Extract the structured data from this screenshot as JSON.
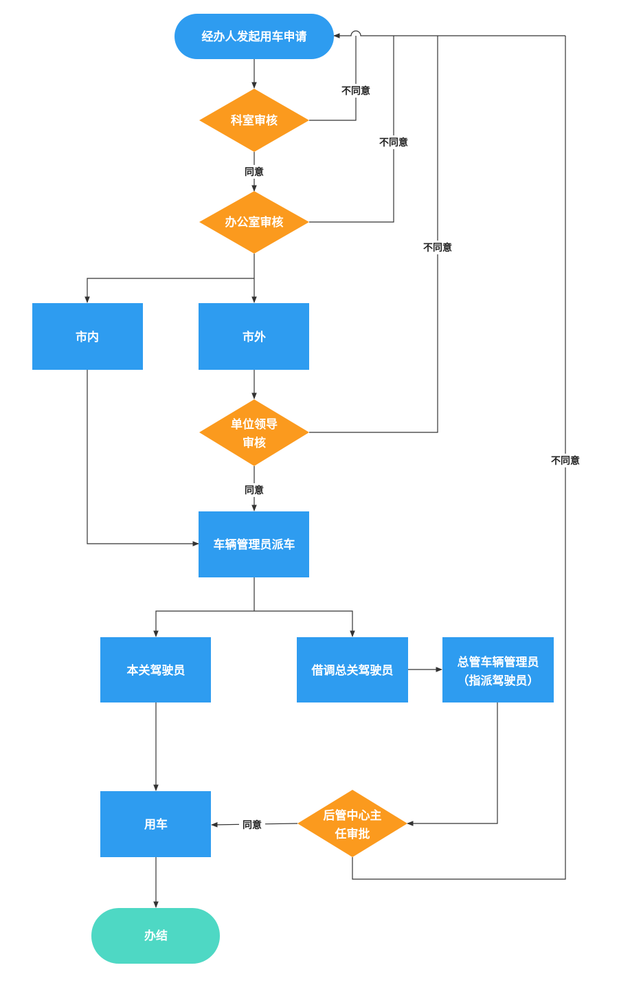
{
  "colors": {
    "process": "#2e9cf0",
    "decision": "#fb9a1e",
    "terminal_start": "#2e9cf0",
    "terminal_end": "#4ed8c4",
    "line": "#333333",
    "text": "#ffffff",
    "label_text": "#222222"
  },
  "nodes": {
    "start": "经办人发起用车申请",
    "dept_review": "科室审核",
    "office_review": "办公室审核",
    "in_city": "市内",
    "out_city": "市外",
    "leader_review_line1": "单位领导",
    "leader_review_line2": "审核",
    "dispatch": "车辆管理员派车",
    "own_driver": "本关驾驶员",
    "borrow_driver": "借调总关驾驶员",
    "general_manager_line1": "总管车辆管理员",
    "general_manager_line2": "（指派驾驶员）",
    "logistics_review_line1": "后管中心主",
    "logistics_review_line2": "任审批",
    "use_car": "用车",
    "end": "办结"
  },
  "edge_labels": {
    "agree": "同意",
    "disagree": "不同意"
  }
}
